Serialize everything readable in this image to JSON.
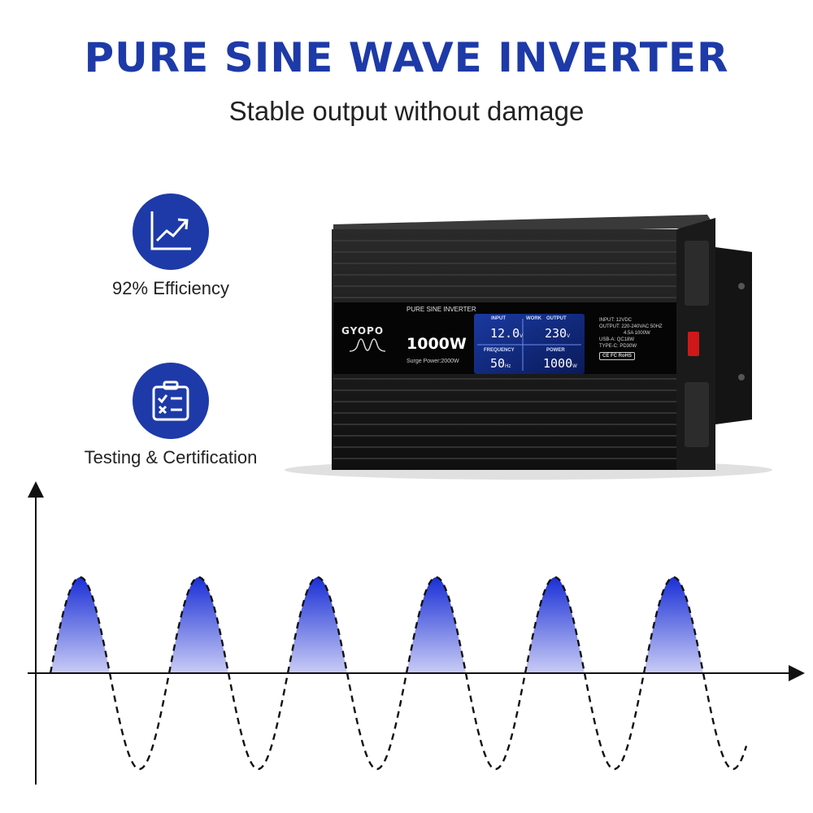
{
  "headline": "PURE SINE WAVE INVERTER",
  "subline": "Stable output without damage",
  "features": [
    {
      "icon": "chart-trend-icon",
      "label": "92% Efficiency"
    },
    {
      "icon": "checklist-clipboard-icon",
      "label": "Testing & Certification"
    }
  ],
  "product": {
    "brand": "GYOPO",
    "panel_title": "PURE SINE INVERTER",
    "power": "1000W",
    "surge": "Surge Power:2000W",
    "display": {
      "input_label": "INPUT",
      "input_value": "12.0",
      "input_unit": "V",
      "work_label": "WORK",
      "output_label": "OUTPUT",
      "output_value": "230",
      "output_unit": "V",
      "frequency_label": "FREQUENCY",
      "frequency_value": "50",
      "frequency_unit": "Hz",
      "power_label": "POWER",
      "power_value": "1000",
      "power_unit": "W"
    },
    "specs": [
      "INPUT: 12VDC",
      "OUTPUT: 220-240VAC 50HZ",
      "4.5A 1000W",
      "USB-A: QC18W",
      "TYPE-C: PD30W"
    ],
    "certs": "CE FC RoHS"
  },
  "colors": {
    "brand_blue": "#1d3aa8",
    "wave_fill_top": "#1a2fd6",
    "wave_fill_bottom": "#c9ccf5",
    "housing": "#1c1c1c"
  }
}
